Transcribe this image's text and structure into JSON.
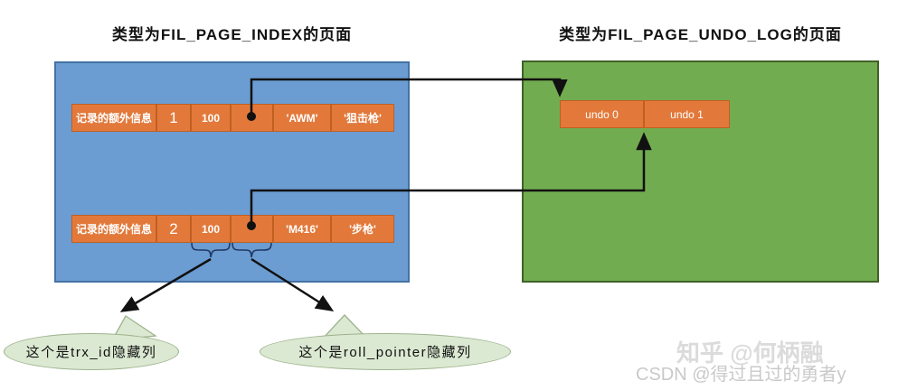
{
  "titles": {
    "index_page": "类型为FIL_PAGE_INDEX的页面",
    "undo_page": "类型为FIL_PAGE_UNDO_LOG的页面"
  },
  "index_page": {
    "rows": [
      {
        "extra": "记录的额外信息",
        "pk": "1",
        "trx_id": "100",
        "col_name": "'AWM'",
        "col_category": "'狙击枪'"
      },
      {
        "extra": "记录的额外信息",
        "pk": "2",
        "trx_id": "100",
        "col_name": "'M416'",
        "col_category": "'步枪'"
      }
    ]
  },
  "undo_page": {
    "cells": [
      "undo 0",
      "undo 1"
    ]
  },
  "callouts": [
    {
      "text": "这个是trx_id隐藏列"
    },
    {
      "text": "这个是roll_pointer隐藏列"
    }
  ],
  "watermarks": {
    "zhihu": "知乎 @何柄融",
    "csdn": "CSDN @得过且过的勇者y"
  },
  "colors": {
    "index_page_fill": "#6B9CD2",
    "index_page_border": "#4472A4",
    "undo_page_fill": "#72AC50",
    "undo_page_border": "#3F6127",
    "record_fill": "#E2793B",
    "record_border": "#C05F22",
    "record_text": "#FFFFFF",
    "connector": "#111111",
    "brace": "#1F3864",
    "callout_fill": "#DCE9D2",
    "callout_border": "#9DB38E",
    "watermark_gray": "#C9C9C9"
  }
}
